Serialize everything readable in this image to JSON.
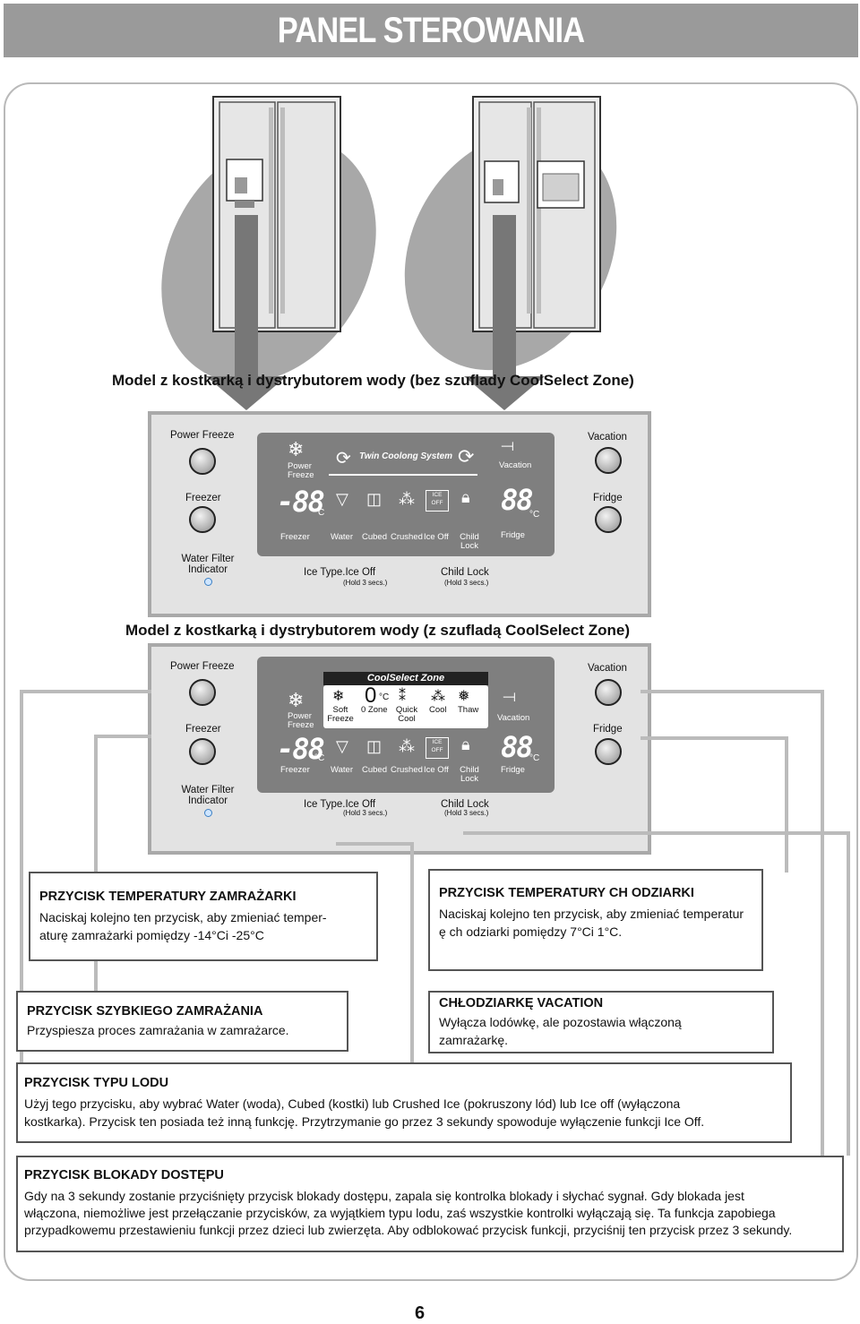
{
  "header": {
    "title": "PANEL STEROWANIA"
  },
  "models": [
    {
      "title": "Model z kostkarką i dystrybutorem wody (bez szuflady CoolSelect Zone)"
    },
    {
      "title": "Model z kostkarką i dystrybutorem wody (z szufladą CoolSelect Zone)"
    }
  ],
  "panel1": {
    "left_labels": {
      "power_freeze": "Power Freeze",
      "freezer": "Freezer",
      "water_filter_1": "Water Filter",
      "water_filter_2": "Indicator"
    },
    "right_labels": {
      "vacation": "Vacation",
      "fridge": "Fridge"
    },
    "bottom": {
      "ice_type": "Ice Type.Ice Off",
      "ice_hold": "(Hold 3 secs.)",
      "child_lock": "Child Lock",
      "child_hold": "(Hold 3 secs.)"
    },
    "display": {
      "power_freeze_1": "Power",
      "power_freeze_2": "Freeze",
      "twin_system": "Twin Coolong System",
      "vacation": "Vacation",
      "freezer_digits": "-88",
      "fridge_digits": "88",
      "unit": "°C",
      "freezer": "Freezer",
      "water": "Water",
      "cubed": "Cubed",
      "crushed": "Crushed",
      "ice_off": "Ice Off",
      "ice_off_badge_1": "ICE",
      "ice_off_badge_2": "OFF",
      "child_1": "Child",
      "child_2": "Lock",
      "fridge": "Fridge"
    }
  },
  "panel2": {
    "left_labels": {
      "power_freeze": "Power Freeze",
      "freezer": "Freezer",
      "water_filter_1": "Water Filter",
      "water_filter_2": "Indicator"
    },
    "right_labels": {
      "vacation": "Vacation",
      "fridge": "Fridge"
    },
    "bottom": {
      "ice_type": "Ice Type.Ice Off",
      "ice_hold": "(Hold 3 secs.)",
      "child_lock": "Child Lock",
      "child_hold": "(Hold 3 secs.)"
    },
    "display": {
      "coolselect": "CoolSelect Zone",
      "soft_1": "Soft",
      "soft_2": "Freeze",
      "zero_big": "0",
      "zero_unit": "°C",
      "zero_zone": "0 Zone",
      "quick_1": "Quick",
      "quick_2": "Cool",
      "cool": "Cool",
      "thaw": "Thaw",
      "power_freeze_1": "Power",
      "power_freeze_2": "Freeze",
      "vacation": "Vacation",
      "freezer_digits": "-88",
      "fridge_digits": "88",
      "unit": "°C",
      "freezer": "Freezer",
      "water": "Water",
      "cubed": "Cubed",
      "crushed": "Crushed",
      "ice_off": "Ice Off",
      "ice_off_badge_1": "ICE",
      "ice_off_badge_2": "OFF",
      "child_1": "Child",
      "child_2": "Lock",
      "fridge": "Fridge"
    }
  },
  "info": {
    "freezer_temp": {
      "title": "PRZYCISK TEMPERATURY ZAMRAŻARKI",
      "line1": "Naciskaj kolejno ten przycisk, aby zmieniać temper-",
      "line2": "aturę zamrażarki pomiędzy -14°Ci -25°C"
    },
    "fridge_temp": {
      "title": "PRZYCISK TEMPERATURY CH ODZIARKI",
      "line1": "Naciskaj kolejno ten przycisk, aby zmieniać temperatur",
      "line2": "ę ch odziarki pomiędzy 7°Ci 1°C."
    },
    "quick_freeze": {
      "title": "PRZYCISK SZYBKIEGO ZAMRAŻANIA",
      "line1": "Przyspiesza proces zamrażania w zamrażarce."
    },
    "vacation": {
      "title": "CHŁODZIARKĘ VACATION",
      "line1": "Wyłącza lodówkę, ale pozostawia włączoną",
      "line2": "zamrażarkę."
    },
    "ice_type": {
      "title": "PRZYCISK TYPU LODU",
      "line1": "Użyj tego przycisku, aby wybrać Water (woda), Cubed (kostki) lub Crushed Ice (pokruszony lód) lub Ice off (wyłączona",
      "line2": "kostkarka). Przycisk ten posiada też inną funkcję. Przytrzymanie go przez 3 sekundy spowoduje wyłączenie funkcji Ice Off."
    },
    "child_lock": {
      "title": "PRZYCISK BLOKADY DOSTĘPU",
      "line1": "Gdy na 3 sekundy zostanie przyciśnięty przycisk blokady dostępu, zapala się kontrolka blokady i słychać sygnał. Gdy blokada jest",
      "line2": "włączona, niemożliwe jest przełączanie przycisków, za wyjątkiem typu lodu, zaś wszystkie kontrolki wyłączają się. Ta funkcja zapobiega",
      "line3": "przypadkowemu przestawieniu funkcji przez dzieci lub zwierzęta. Aby odblokować przycisk funkcji, przyciśnij ten przycisk przez 3 sekundy."
    }
  },
  "page_number": "6",
  "colors": {
    "header": "#9a9a9a",
    "display": "#7f7f7f",
    "panel": "#e3e3e3",
    "led": "#3b7fc4"
  }
}
